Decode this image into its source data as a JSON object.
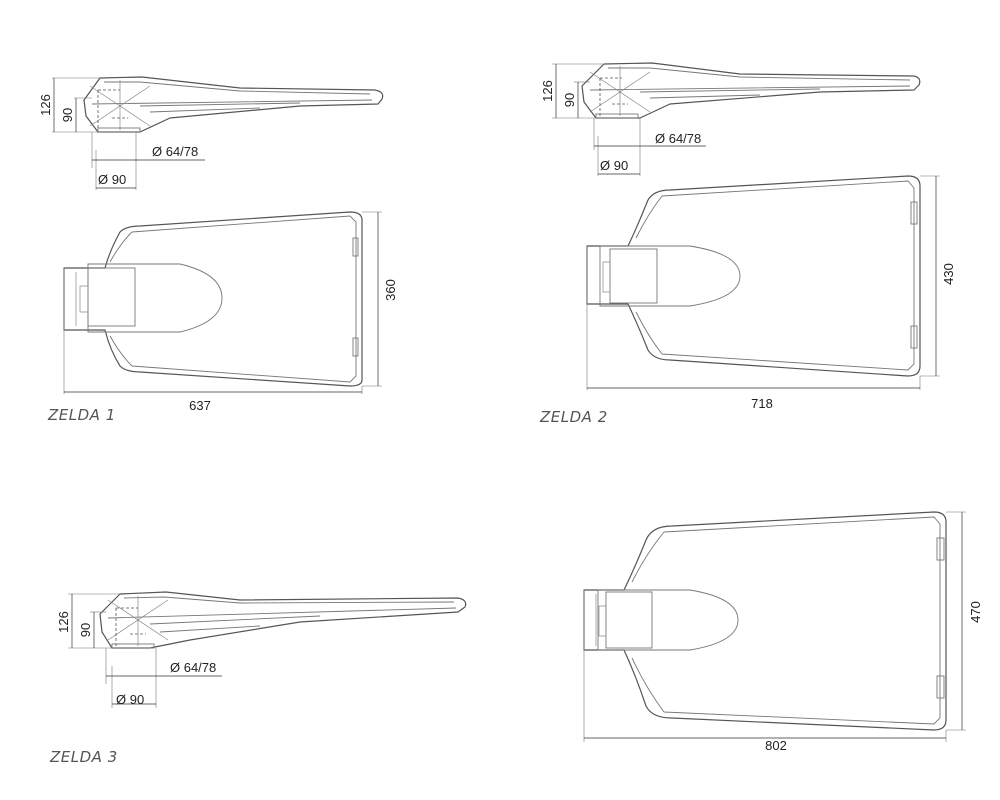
{
  "models": [
    {
      "name": "ZELDA 1",
      "side_view": {
        "height_total": "126",
        "height_inner": "90",
        "spigot_diameter": "Ø 64/78",
        "mount_diameter": "Ø 90"
      },
      "top_view": {
        "length": "637",
        "width": "360"
      }
    },
    {
      "name": "ZELDA 2",
      "side_view": {
        "height_total": "126",
        "height_inner": "90",
        "spigot_diameter": "Ø 64/78",
        "mount_diameter": "Ø 90"
      },
      "top_view": {
        "length": "718",
        "width": "430"
      }
    },
    {
      "name": "ZELDA 3",
      "side_view": {
        "height_total": "126",
        "height_inner": "90",
        "spigot_diameter": "Ø 64/78",
        "mount_diameter": "Ø 90"
      },
      "top_view": {
        "length": "802",
        "width": "470"
      }
    }
  ]
}
